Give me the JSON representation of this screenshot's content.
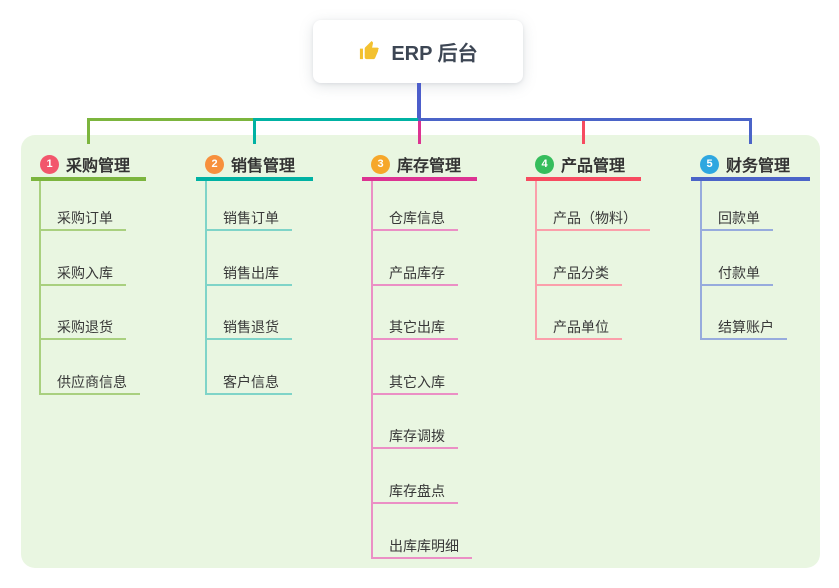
{
  "root": {
    "title": "ERP 后台",
    "icon": "thumbs-up-icon",
    "stem_color": "#4d5ecb",
    "icon_color": "#f3c130"
  },
  "panel": {
    "background": "#e9f6e1"
  },
  "branches": [
    {
      "index": "1",
      "title": "采购管理",
      "badge_color": "#f2566c",
      "line_color": "#7cb53e",
      "light_color": "#a9d07f",
      "children": [
        "采购订单",
        "采购入库",
        "采购退货",
        "供应商信息"
      ]
    },
    {
      "index": "2",
      "title": "销售管理",
      "badge_color": "#f7903d",
      "line_color": "#00b2a3",
      "light_color": "#7fd4c8",
      "children": [
        "销售订单",
        "销售出库",
        "销售退货",
        "客户信息"
      ]
    },
    {
      "index": "3",
      "title": "库存管理",
      "badge_color": "#f6a72a",
      "line_color": "#dc3392",
      "light_color": "#eb8fc5",
      "children": [
        "仓库信息",
        "产品库存",
        "其它出库",
        "其它入库",
        "库存调拨",
        "库存盘点",
        "出库库明细"
      ]
    },
    {
      "index": "4",
      "title": "产品管理",
      "badge_color": "#35bd5c",
      "line_color": "#f74b60",
      "light_color": "#fb9fab",
      "children": [
        "产品（物料）",
        "产品分类",
        "产品单位"
      ]
    },
    {
      "index": "5",
      "title": "财务管理",
      "badge_color": "#2ea7e0",
      "line_color": "#4b64c8",
      "light_color": "#97abdd",
      "children": [
        "回款单",
        "付款单",
        "结算账户"
      ]
    }
  ]
}
